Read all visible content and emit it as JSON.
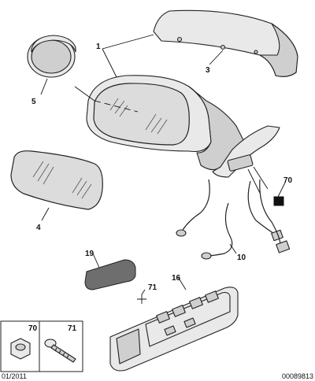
{
  "callouts": {
    "mirror_assembly": "1",
    "mirror_cover": "3",
    "mirror_glass_round": "5",
    "mirror_glass": "4",
    "nut": "70",
    "wiring": "10",
    "pad": "19",
    "switch_panel": "16",
    "screw": "71"
  },
  "legend": {
    "nut_label": "70",
    "screw_label": "71"
  },
  "footer": {
    "date": "01/2011",
    "reference": "00089813"
  }
}
